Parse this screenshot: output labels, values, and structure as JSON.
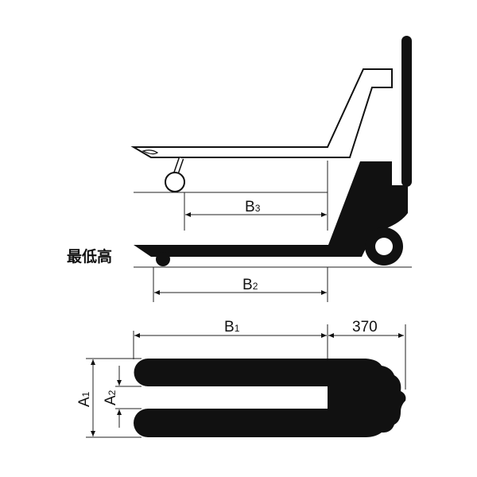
{
  "title": "Pallet truck dimension diagram",
  "labels": {
    "min_height": "最低高",
    "b3_main": "B",
    "b3_sub": "3",
    "b2_main": "B",
    "b2_sub": "2",
    "b1_main": "B",
    "b1_sub": "1",
    "a1_main": "A",
    "a1_sub": "1",
    "a2_main": "A",
    "a2_sub": "2",
    "handle_length": "370"
  },
  "colors": {
    "ink": "#111111",
    "background": "#ffffff"
  }
}
